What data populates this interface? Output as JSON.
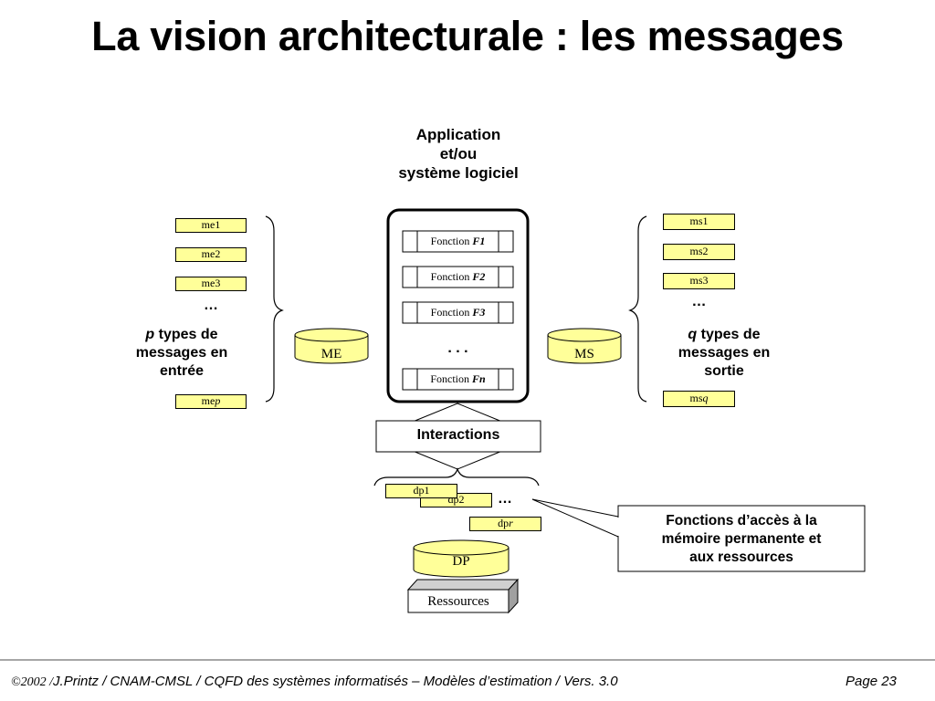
{
  "title": "La vision architecturale : les messages",
  "application": {
    "label_line1": "Application",
    "label_line2": "et/ou",
    "label_line3": "système logiciel",
    "functions": [
      {
        "prefix": "Fonction ",
        "name": "F1"
      },
      {
        "prefix": "Fonction ",
        "name": "F2"
      },
      {
        "prefix": "Fonction ",
        "name": "F3"
      },
      {
        "prefix": "Fonction ",
        "name": "Fn"
      }
    ],
    "ellipsis": ". . ."
  },
  "inputs": {
    "messages": [
      "me1",
      "me2",
      "me3"
    ],
    "last_prefix": "me",
    "last_var": "p",
    "ellipsis": "…",
    "store_label": "ME",
    "desc_var": "p",
    "desc_line1": " types de",
    "desc_line2": "messages en",
    "desc_line3": "entrée"
  },
  "outputs": {
    "messages": [
      "ms1",
      "ms2",
      "ms3"
    ],
    "last_prefix": "ms",
    "last_var": "q",
    "ellipsis": "…",
    "store_label": "MS",
    "desc_var": "q",
    "desc_line1": " types de",
    "desc_line2": "messages en",
    "desc_line3": "sortie"
  },
  "interactions": {
    "label": "Interactions"
  },
  "data": {
    "items": [
      "dp1",
      "dp2"
    ],
    "last_prefix": "dp",
    "last_var": "r",
    "ellipsis": "…",
    "store_label": "DP",
    "resources_label": "Ressources"
  },
  "callout": {
    "line1": "Fonctions d’accès à la",
    "line2": "mémoire permanente et",
    "line3": "aux ressources"
  },
  "footer": {
    "copyright": "©2002 /",
    "text": "J.Printz / CNAM-CMSL / CQFD des systèmes informatisés – Modèles d’estimation / Vers. 3.0",
    "page": "Page 23"
  },
  "colors": {
    "highlight": "#ffff99",
    "line": "#000000"
  }
}
